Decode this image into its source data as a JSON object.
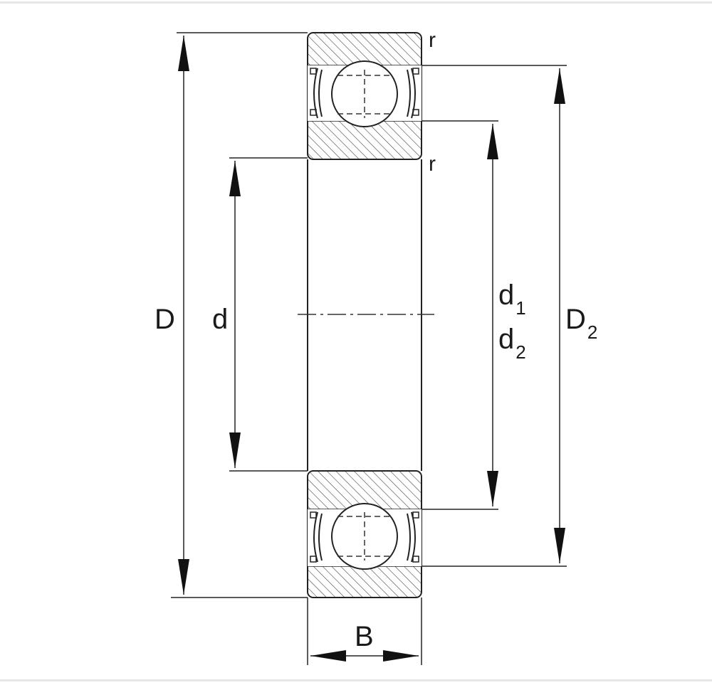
{
  "diagram": {
    "labels": {
      "outer_diameter": "D",
      "bore_diameter": "d",
      "width": "B",
      "chamfer_top": "r",
      "chamfer_mid": "r",
      "d1_main": "d",
      "d1_sub": "1",
      "d2_main": "d",
      "d2_sub": "2",
      "D2_main": "D",
      "D2_sub": "2"
    }
  }
}
